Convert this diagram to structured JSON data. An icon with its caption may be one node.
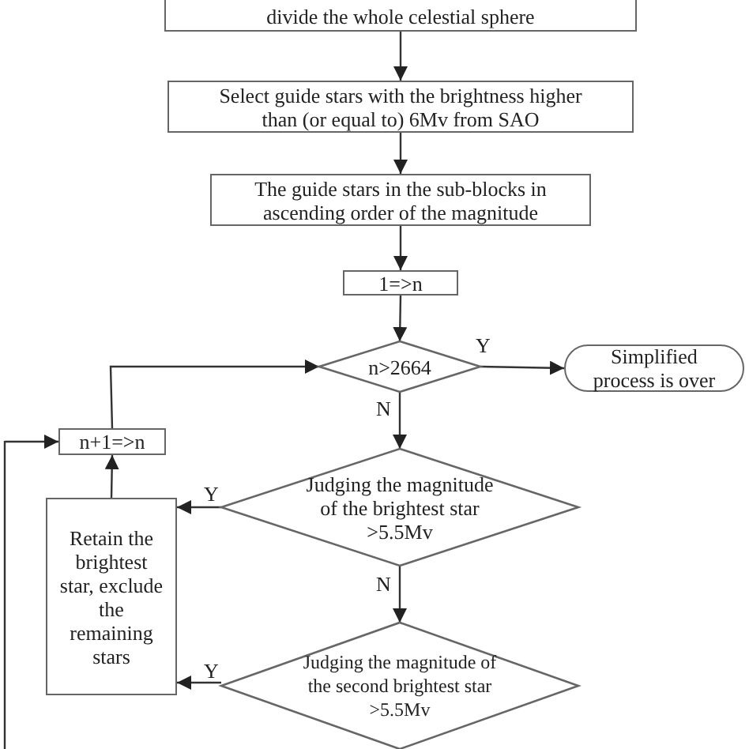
{
  "diagram": {
    "nodes": [
      {
        "text": [
          "divide the whole celestial sphere"
        ]
      },
      {
        "text": [
          "Select guide stars with the brightness higher than (or equal to) 6Mv from SAO"
        ]
      },
      {
        "text": [
          "The guide stars in the sub-blocks in ascending order of the magnitude"
        ]
      },
      {
        "text": [
          "1=>n"
        ]
      },
      {
        "text": [
          "n>2664"
        ]
      },
      {
        "text": [
          "Simplified process is over"
        ]
      },
      {
        "text": [
          "n+1=>n"
        ]
      },
      {
        "text": [
          "Judging the magnitude of the brightest star >5.5Mv"
        ]
      },
      {
        "text": [
          "Retain the brightest star, exclude the remaining stars"
        ]
      },
      {
        "text": [
          "Judging the magnitude of the second brightest star >5.5Mv"
        ]
      }
    ],
    "edges": [
      {
        "from": 0,
        "to": 1,
        "arrow": "to"
      },
      {
        "from": 1,
        "to": 2,
        "arrow": "to"
      },
      {
        "from": 2,
        "to": 3,
        "arrow": "to"
      },
      {
        "from": 3,
        "to": 4,
        "arrow": "to"
      },
      {
        "from": 4,
        "to": 5,
        "label": "Y",
        "arrow": "to"
      },
      {
        "from": 4,
        "to": 7,
        "label": "N",
        "arrow": "to"
      },
      {
        "from": 7,
        "to": 8,
        "label": "Y",
        "arrow": "to"
      },
      {
        "from": 7,
        "to": 9,
        "label": "N",
        "arrow": "to"
      },
      {
        "from": 9,
        "to": 8,
        "label": "Y",
        "arrow": "to"
      },
      {
        "from": 8,
        "to": 6,
        "arrow": "to"
      },
      {
        "from": 6,
        "to": 4,
        "arrow": "to"
      },
      {
        "from": null,
        "to": 6,
        "arrow": "to"
      }
    ]
  }
}
